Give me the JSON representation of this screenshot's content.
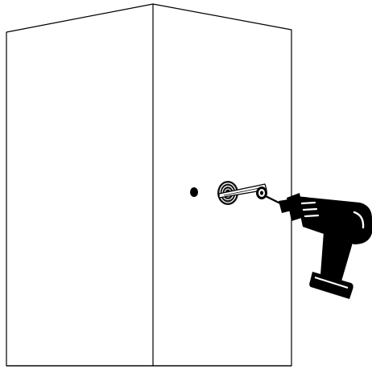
{
  "diagram": {
    "elements": [
      "cabinet-left-panel",
      "cabinet-right-panel",
      "mounting-hole",
      "wall-anchor",
      "screw",
      "power-drill"
    ]
  },
  "colors": {
    "stroke": "#000000",
    "background": "#ffffff",
    "fill": "#000000"
  }
}
